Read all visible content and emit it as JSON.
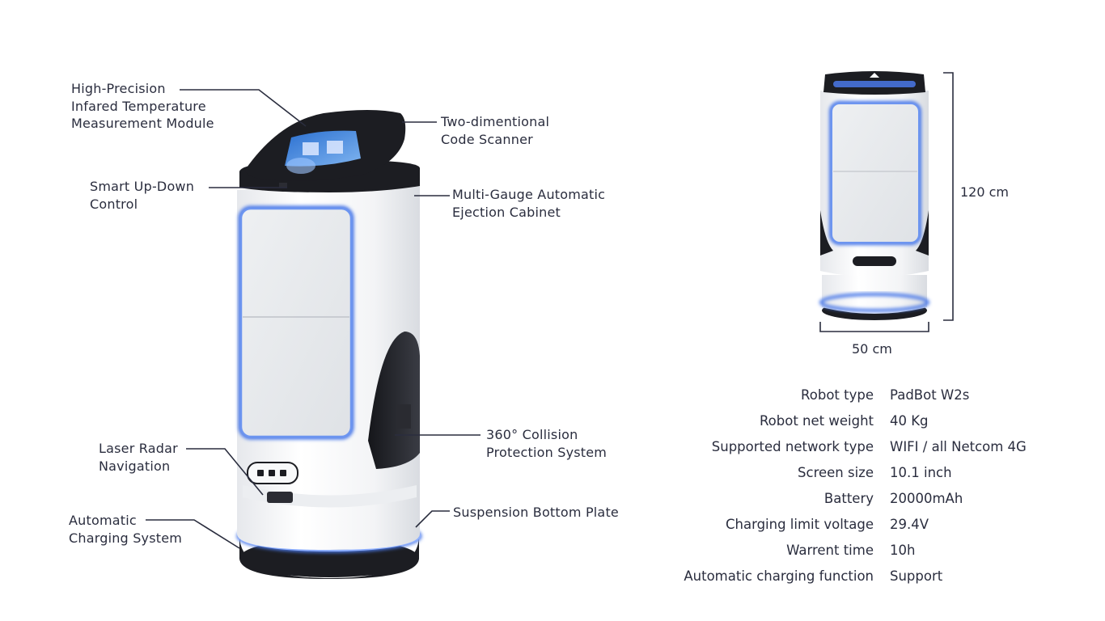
{
  "callouts": {
    "temperature": {
      "line1": "High-Precision",
      "line2": "Infared Temperature",
      "line3": "Measurement Module"
    },
    "scanner": {
      "line1": "Two-dimentional",
      "line2": "Code Scanner"
    },
    "updown": {
      "line1": "Smart Up-Down",
      "line2": "Control"
    },
    "cabinet": {
      "line1": "Multi-Gauge Automatic",
      "line2": "Ejection Cabinet"
    },
    "collision": {
      "line1": "360° Collision",
      "line2": "Protection System"
    },
    "radar": {
      "line1": "Laser Radar",
      "line2": "Navigation"
    },
    "suspension": {
      "line1": "Suspension Bottom Plate"
    },
    "charging": {
      "line1": "Automatic",
      "line2": "Charging System"
    }
  },
  "dimensions": {
    "height": "120 cm",
    "width": "50 cm"
  },
  "specs": [
    {
      "label": "Robot type",
      "value": "PadBot W2s"
    },
    {
      "label": "Robot net weight",
      "value": "40 Kg"
    },
    {
      "label": "Supported network type",
      "value": "WIFI / all Netcom 4G"
    },
    {
      "label": "Screen size",
      "value": "10.1 inch"
    },
    {
      "label": "Battery",
      "value": "20000mAh"
    },
    {
      "label": "Charging limit voltage",
      "value": "29.4V"
    },
    {
      "label": "Warrent time",
      "value": "10h"
    },
    {
      "label": "Automatic charging function",
      "value": "Support"
    }
  ],
  "colors": {
    "text": "#2a2d3e",
    "line": "#2a2d3e",
    "glow": "#4a78e8",
    "body": "#f4f5f7",
    "dark": "#1c1d22"
  }
}
